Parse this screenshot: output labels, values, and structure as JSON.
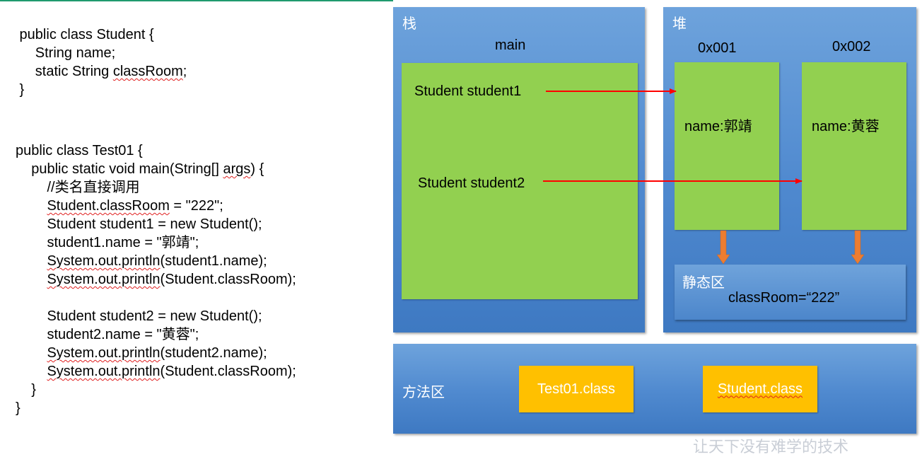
{
  "code": {
    "lines": [
      {
        "text": " public class Student {"
      },
      {
        "text": "     String name;"
      },
      {
        "pre": "     static String ",
        "u": "classRoom",
        "post": ";"
      },
      {
        "text": " }"
      },
      {
        "text": "public class Test01 {"
      },
      {
        "pre": "    public static void main(String[] ",
        "u": "args",
        "post": ") {"
      },
      {
        "text": "        //类名直接调用"
      },
      {
        "pre": "        ",
        "u": "Student.classRoom",
        "post": " = \"222\";"
      },
      {
        "text": "        Student student1 = new Student();"
      },
      {
        "text": "        student1.name = \"郭靖\";"
      },
      {
        "pre": "        ",
        "u": "System.out.println",
        "post": "(student1.name);"
      },
      {
        "pre": "        ",
        "u": "System.out.println",
        "post": "(Student.classRoom);"
      },
      {
        "text": "        Student student2 = new Student();"
      },
      {
        "text": "        student2.name = \"黄蓉\";"
      },
      {
        "pre": "        ",
        "u": "System.out.println",
        "post": "(student2.name);"
      },
      {
        "pre": "        ",
        "u": "System.out.println",
        "post": "(Student.classRoom);"
      },
      {
        "text": "    }"
      },
      {
        "text": "}"
      }
    ]
  },
  "diagram": {
    "stack": {
      "title": "栈",
      "frame_label": "main",
      "vars": [
        "Student student1",
        "Student student2"
      ]
    },
    "heap": {
      "title": "堆",
      "objects": [
        {
          "address": "0x001",
          "field": "name:郭靖"
        },
        {
          "address": "0x002",
          "field": "name:黄蓉"
        }
      ],
      "static_area": {
        "title": "静态区",
        "content": "classRoom=“222”"
      }
    },
    "method_area": {
      "title": "方法区",
      "classes": [
        "Test01.class",
        "Student.class"
      ]
    },
    "watermark": "让天下没有难学的技术"
  },
  "colors": {
    "panel_blue": "#4f89cf",
    "object_green": "#92d050",
    "class_orange": "#ffc000",
    "reference_arrow": "#ff0000",
    "static_arrow": "#ed7d31"
  }
}
